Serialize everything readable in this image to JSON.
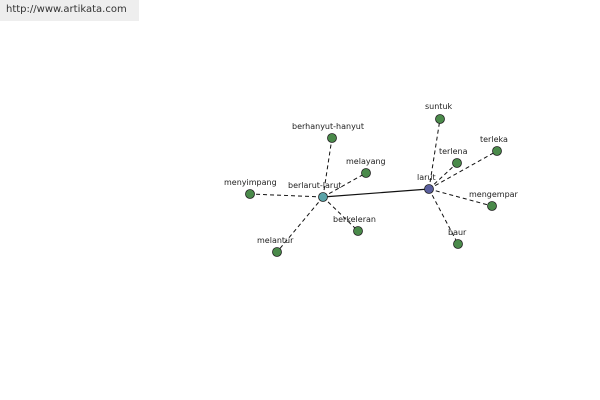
{
  "header": {
    "url": "http://www.artikata.com"
  },
  "graph": {
    "colors": {
      "hub_primary": "#5a5f9e",
      "hub_secondary": "#5aa3a8",
      "leaf": "#4a8a4a",
      "node_stroke": "#222222",
      "edge": "#111111"
    },
    "nodes": [
      {
        "id": "larut",
        "label": "larut",
        "kind": "hub_primary"
      },
      {
        "id": "berlarut-larut",
        "label": "berlarut-larut",
        "kind": "hub_secondary"
      },
      {
        "id": "suntuk",
        "label": "suntuk",
        "kind": "leaf"
      },
      {
        "id": "terlena",
        "label": "terlena",
        "kind": "leaf"
      },
      {
        "id": "terleka",
        "label": "terleka",
        "kind": "leaf"
      },
      {
        "id": "mengempar",
        "label": "mengempar",
        "kind": "leaf"
      },
      {
        "id": "baur",
        "label": "baur",
        "kind": "leaf"
      },
      {
        "id": "berhanyut-hanyut",
        "label": "berhanyut-hanyut",
        "kind": "leaf"
      },
      {
        "id": "melayang",
        "label": "melayang",
        "kind": "leaf"
      },
      {
        "id": "menyimpang",
        "label": "menyimpang",
        "kind": "leaf"
      },
      {
        "id": "berkeleran",
        "label": "berkeleran",
        "kind": "leaf"
      },
      {
        "id": "melantur",
        "label": "melantur",
        "kind": "leaf"
      }
    ],
    "edges": [
      {
        "from": "larut",
        "to": "berlarut-larut",
        "style": "solid"
      },
      {
        "from": "larut",
        "to": "suntuk",
        "style": "dashed"
      },
      {
        "from": "larut",
        "to": "terlena",
        "style": "dashed"
      },
      {
        "from": "larut",
        "to": "terleka",
        "style": "dashed"
      },
      {
        "from": "larut",
        "to": "mengempar",
        "style": "dashed"
      },
      {
        "from": "larut",
        "to": "baur",
        "style": "dashed"
      },
      {
        "from": "berlarut-larut",
        "to": "berhanyut-hanyut",
        "style": "dashed"
      },
      {
        "from": "berlarut-larut",
        "to": "melayang",
        "style": "dashed"
      },
      {
        "from": "berlarut-larut",
        "to": "menyimpang",
        "style": "dashed"
      },
      {
        "from": "berlarut-larut",
        "to": "berkeleran",
        "style": "dashed"
      },
      {
        "from": "berlarut-larut",
        "to": "melantur",
        "style": "dashed"
      }
    ]
  }
}
